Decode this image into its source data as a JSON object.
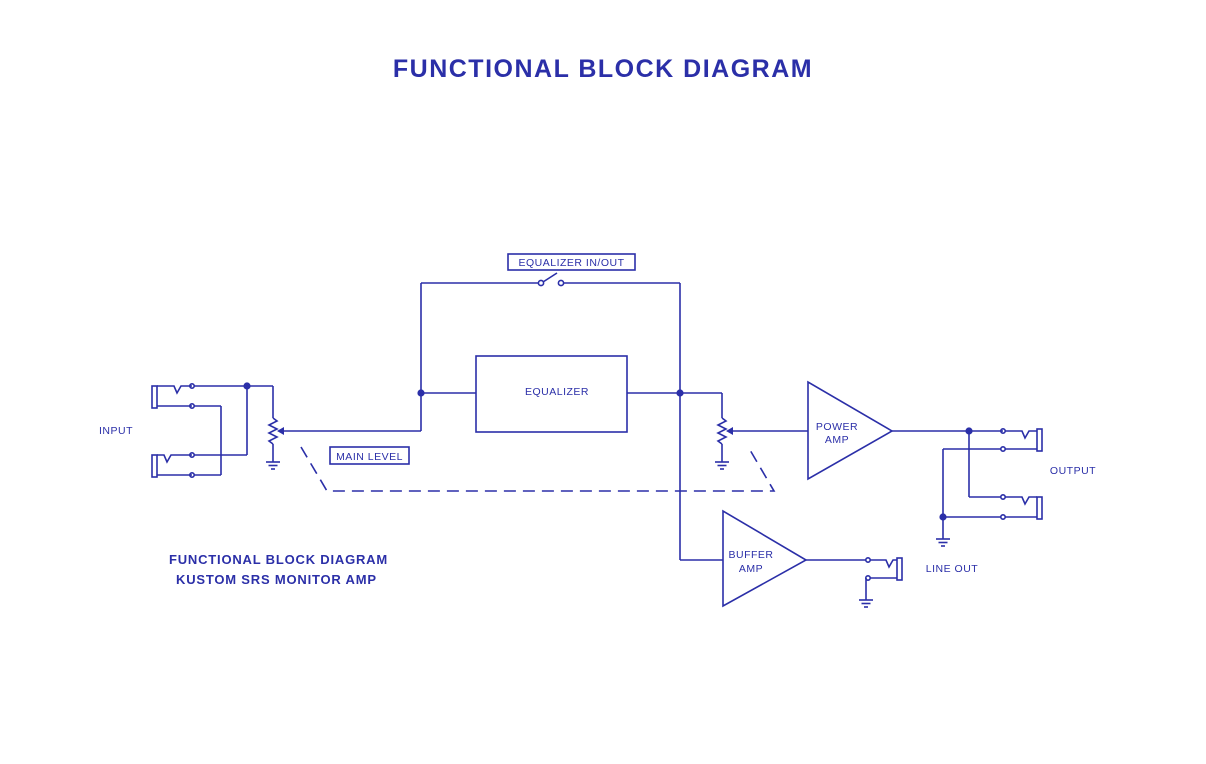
{
  "title": "FUNCTIONAL BLOCK DIAGRAM",
  "labels": {
    "input": "INPUT",
    "equalizer_in_out": "EQUALIZER IN/OUT",
    "equalizer": "EQUALIZER",
    "main_level": "MAIN LEVEL",
    "power_amp_line1": "POWER",
    "power_amp_line2": "AMP",
    "buffer_amp_line1": "BUFFER",
    "buffer_amp_line2": "AMP",
    "output": "OUTPUT",
    "line_out": "LINE OUT"
  },
  "caption": {
    "line1": "FUNCTIONAL BLOCK DIAGRAM",
    "line2": "KUSTOM SRS MONITOR AMP"
  },
  "colors": {
    "ink": "#2b2fa8",
    "background": "#ffffff"
  }
}
